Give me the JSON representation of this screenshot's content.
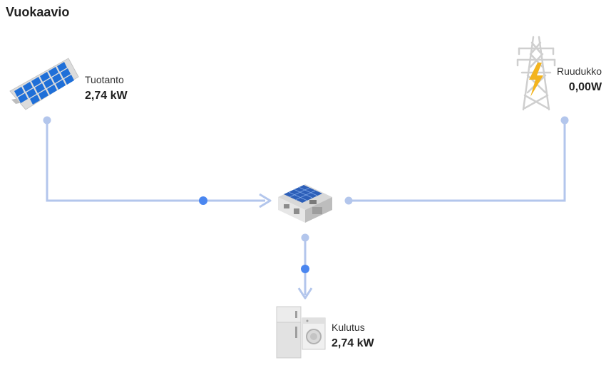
{
  "page": {
    "title": "Vuokaavio"
  },
  "nodes": {
    "production": {
      "label": "Tuotanto",
      "value": "2,74 kW",
      "icon": "solar-panel-icon"
    },
    "grid": {
      "label": "Ruudukko",
      "value": "0,00W",
      "icon": "power-pylon-icon"
    },
    "home": {
      "icon": "house-with-solar-roof-icon"
    },
    "consumption": {
      "label": "Kulutus",
      "value": "2,74 kW",
      "icon": "appliances-icon"
    }
  },
  "colors": {
    "line": "#b3c6ec",
    "active_dot": "#4a86f0",
    "idle_dot": "#b3c6ec",
    "solar_cell": "#1f6fd8",
    "bolt": "#f3b41f"
  }
}
